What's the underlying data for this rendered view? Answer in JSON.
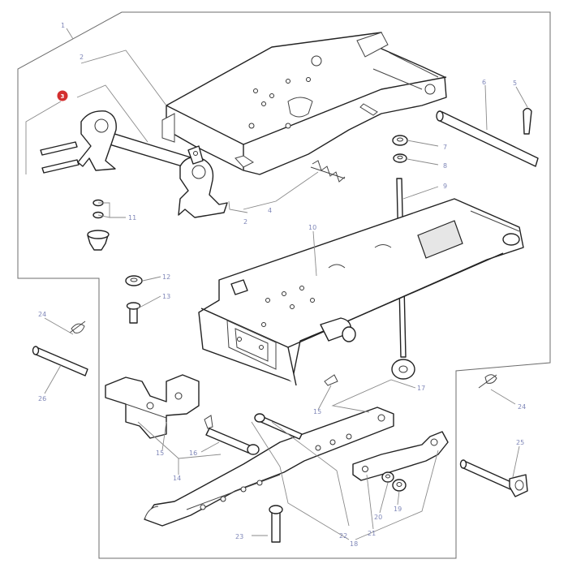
{
  "diagram": {
    "highlight_color": "#d32f2f",
    "label_color": "#7f87b8",
    "callouts": {
      "c1": "1",
      "c2a": "2",
      "c2b": "2",
      "c3": "3",
      "c4": "4",
      "c5": "5",
      "c6": "6",
      "c7": "7",
      "c8": "8",
      "c9": "9",
      "c10": "10",
      "c11": "11",
      "c12": "12",
      "c13": "13",
      "c14": "14",
      "c15a": "15",
      "c15b": "15",
      "c16": "16",
      "c17": "17",
      "c18": "18",
      "c19": "19",
      "c20": "20",
      "c21": "21",
      "c22": "22",
      "c23": "23",
      "c24a": "24",
      "c24b": "24",
      "c25": "25",
      "c26": "26"
    }
  }
}
